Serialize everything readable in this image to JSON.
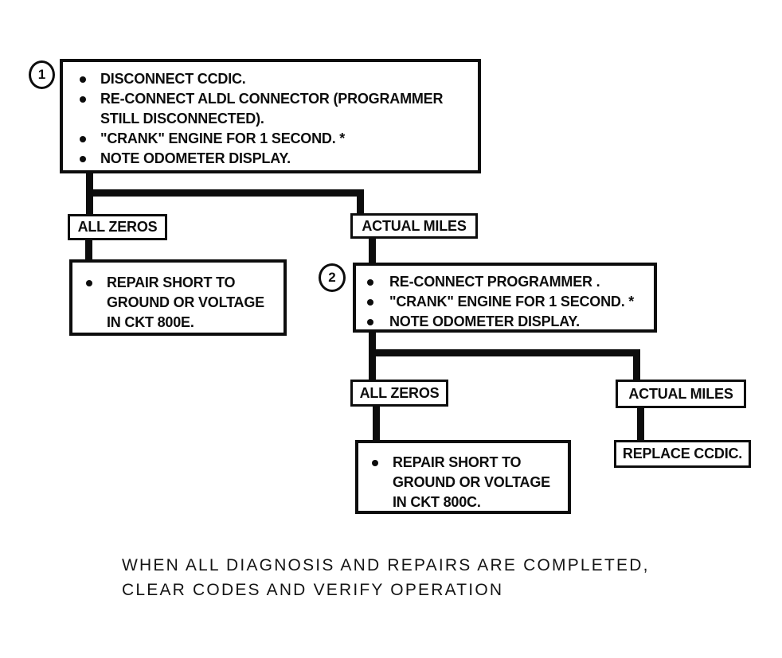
{
  "page": {
    "background": "#ffffff",
    "ink": "#0d0d0d"
  },
  "steps": {
    "step1": {
      "number": "1",
      "bullets": [
        {
          "lines": [
            "DISCONNECT CCDIC."
          ]
        },
        {
          "lines": [
            "RE-CONNECT ALDL CONNECTOR (PROGRAMMER",
            "STILL DISCONNECTED)."
          ]
        },
        {
          "lines": [
            "\"CRANK\" ENGINE FOR 1 SECOND.  *"
          ]
        },
        {
          "lines": [
            "NOTE ODOMETER DISPLAY."
          ]
        }
      ]
    },
    "step2": {
      "number": "2",
      "bullets": [
        {
          "lines": [
            "RE-CONNECT PROGRAMMER ."
          ]
        },
        {
          "lines": [
            "\"CRANK\" ENGINE FOR 1 SECOND.  *"
          ]
        },
        {
          "lines": [
            "NOTE ODOMETER DISPLAY."
          ]
        }
      ]
    }
  },
  "branch1": {
    "left_label": "ALL ZEROS",
    "right_label": "ACTUAL MILES",
    "repair": {
      "lines": [
        "REPAIR SHORT TO",
        "GROUND OR VOLTAGE",
        "IN CKT 800E."
      ]
    }
  },
  "branch2": {
    "left_label": "ALL ZEROS",
    "right_label": "ACTUAL MILES",
    "repair": {
      "lines": [
        "REPAIR SHORT TO",
        "GROUND OR VOLTAGE",
        "IN CKT 800C."
      ]
    },
    "replace_label": "REPLACE CCDIC."
  },
  "footer": {
    "line1": "WHEN ALL DIAGNOSIS AND REPAIRS ARE COMPLETED,",
    "line2": "CLEAR CODES AND VERIFY OPERATION"
  }
}
